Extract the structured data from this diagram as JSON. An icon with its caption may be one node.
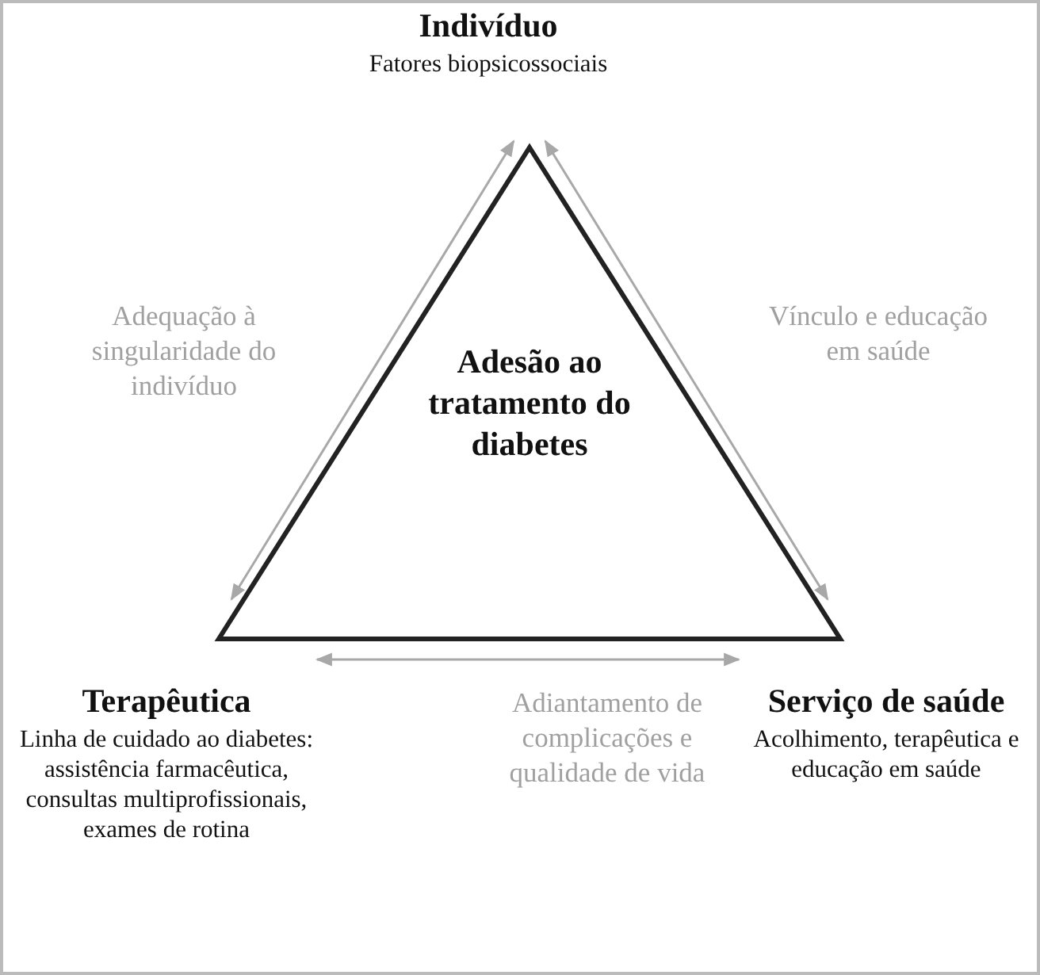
{
  "diagram": {
    "nodes": [
      {
        "text": [
          "Indivíduo",
          "Fatores biopsicossociais"
        ]
      },
      {
        "text": [
          "Adesão ao tratamento do diabetes"
        ]
      },
      {
        "text": [
          "Terapêutica",
          "Linha de cuidado ao diabetes: assistência farmacêutica, consultas multiprofissionais, exames de rotina"
        ]
      },
      {
        "text": [
          "Serviço de saúde",
          "Acolhimento, terapêutica e educação em saúde"
        ]
      }
    ],
    "edges": [
      {
        "from": 0,
        "to": 2,
        "arrow": "both",
        "label": "Adequação à singularidade do indivíduo"
      },
      {
        "from": 0,
        "to": 3,
        "arrow": "both",
        "label": "Vínculo e educação em saúde"
      },
      {
        "from": 2,
        "to": 3,
        "arrow": "both",
        "label": "Adiantamento de complicações e qualidade de vida"
      }
    ]
  }
}
